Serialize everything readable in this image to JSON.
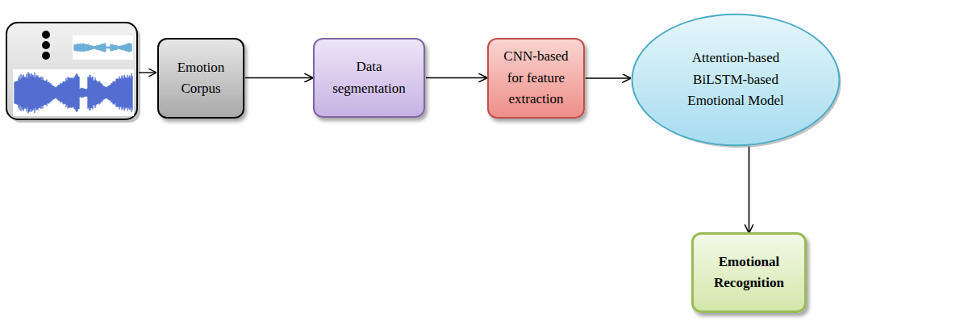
{
  "diagram": {
    "nodes": [
      {
        "text": [
          "Emotion Corpus"
        ]
      },
      {
        "text": [
          "Data segmentation"
        ]
      },
      {
        "text": [
          "CNN-based for feature extraction"
        ]
      },
      {
        "text": [
          "Attention-based BiLSTM-based Emotional Model"
        ]
      },
      {
        "text": [
          "Emotional Recognition"
        ]
      }
    ],
    "edges": [
      {
        "from": 0,
        "to": 1,
        "arrow": "to"
      },
      {
        "from": 1,
        "to": 2,
        "arrow": "to"
      },
      {
        "from": 2,
        "to": 3,
        "arrow": "to"
      },
      {
        "from": 3,
        "to": 4,
        "arrow": "to"
      }
    ]
  }
}
